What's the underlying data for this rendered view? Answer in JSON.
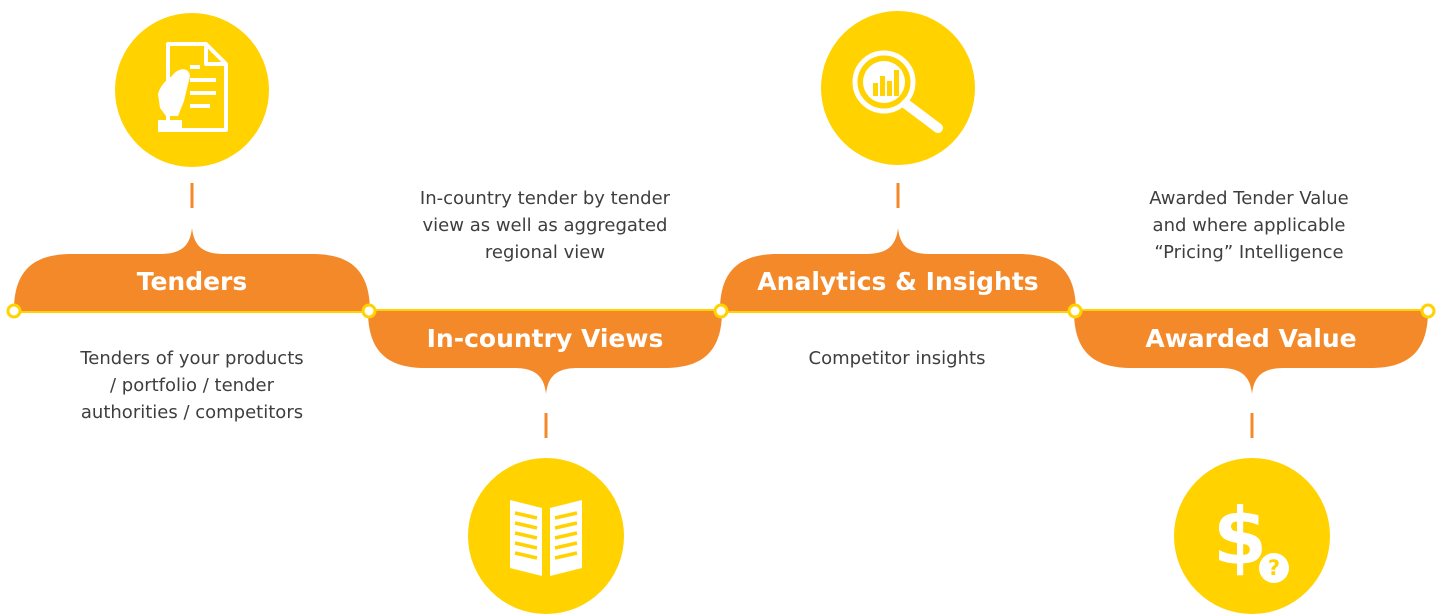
{
  "colors": {
    "primary": "#F4892A",
    "accent": "#FFD200",
    "text": "#3E3E3E",
    "white": "#FFFFFF"
  },
  "stages": [
    {
      "id": "tenders",
      "title": "Tenders",
      "description": "Tenders of your products\n/ portfolio / tender\nauthorities / competitors",
      "icon": "tender-document-hand-icon"
    },
    {
      "id": "in-country-views",
      "title": "In-country Views",
      "description": "In-country tender by tender\nview as well as aggregated\nregional view",
      "icon": "open-book-icon"
    },
    {
      "id": "analytics-insights",
      "title": "Analytics & Insights",
      "description": "Competitor insights",
      "icon": "magnifier-bar-chart-icon"
    },
    {
      "id": "awarded-value",
      "title": "Awarded Value",
      "description": "Awarded Tender Value\nand where applicable\n“Pricing” Intelligence",
      "icon": "dollar-question-icon"
    }
  ]
}
